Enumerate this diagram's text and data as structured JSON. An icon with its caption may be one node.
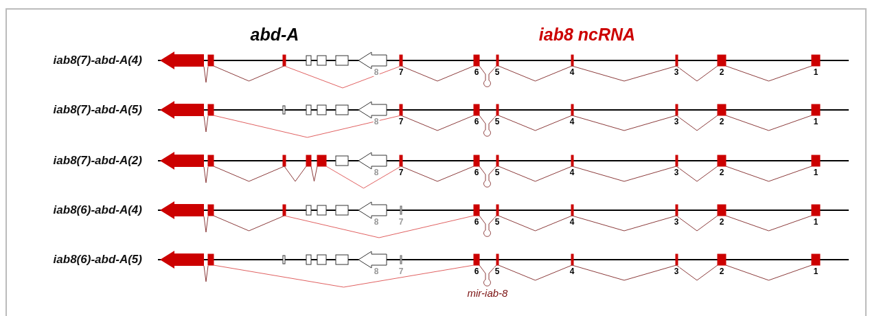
{
  "diagram": {
    "labels": [
      "abd-A",
      "iab8 ncRNA",
      "iab8(7)-abd-A(4)",
      "8",
      "7",
      "6",
      "5",
      "4",
      "3",
      "2",
      "1",
      "iab8(7)-abd-A(5)",
      "8",
      "7",
      "6",
      "5",
      "4",
      "3",
      "2",
      "1",
      "iab8(7)-abd-A(2)",
      "8",
      "7",
      "6",
      "5",
      "4",
      "3",
      "2",
      "1",
      "iab8(6)-abd-A(4)",
      "8",
      "7",
      "6",
      "5",
      "4",
      "3",
      "2",
      "1",
      "iab8(6)-abd-A(5)",
      "8",
      "7",
      "6",
      "5",
      "4",
      "3",
      "2",
      "1",
      "mir-iab-8"
    ]
  }
}
